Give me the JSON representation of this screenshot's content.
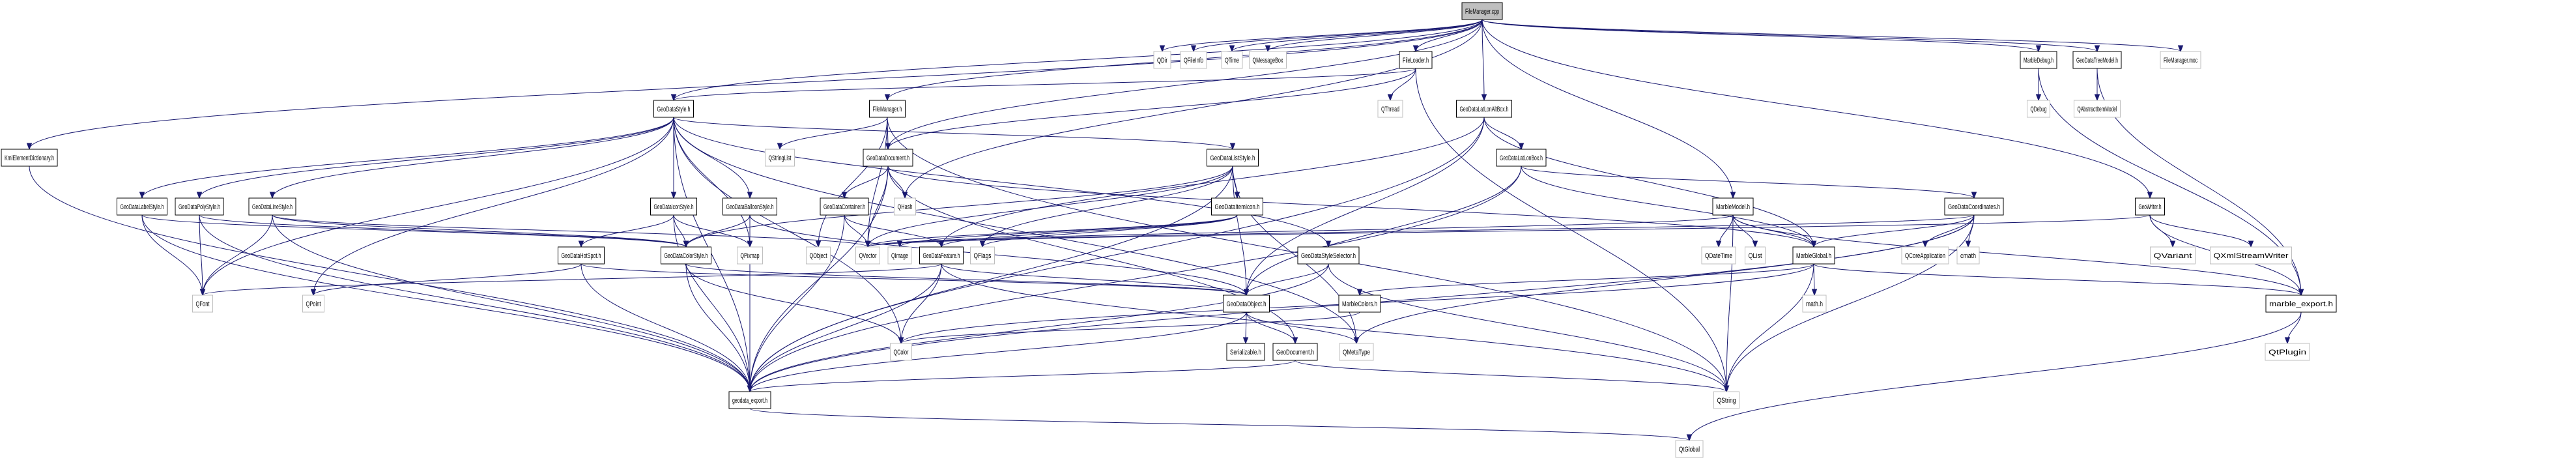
{
  "diagram": {
    "title": "Include dependency graph for FileManager.cpp",
    "root": "FileManager.cpp",
    "colors": {
      "edge": "#191970",
      "root_fill": "#bfbfbf",
      "internal_border": "#000000",
      "external_border": "#bfbfbf"
    },
    "nodes": [
      {
        "id": "FileManager.cpp",
        "label": "FileManager.cpp",
        "kind": "root"
      },
      {
        "id": "QDir",
        "label": "QDir",
        "kind": "external"
      },
      {
        "id": "QFileInfo",
        "label": "QFileInfo",
        "kind": "external"
      },
      {
        "id": "QTime",
        "label": "QTime",
        "kind": "external"
      },
      {
        "id": "QMessageBox",
        "label": "QMessageBox",
        "kind": "external"
      },
      {
        "id": "FileLoader.h",
        "label": "FileLoader.h",
        "kind": "internal"
      },
      {
        "id": "MarbleDebug.h",
        "label": "MarbleDebug.h",
        "kind": "internal"
      },
      {
        "id": "GeoDataTreeModel.h",
        "label": "GeoDataTreeModel.h",
        "kind": "internal"
      },
      {
        "id": "FileManager.moc",
        "label": "FileManager.moc",
        "kind": "external"
      },
      {
        "id": "KmlElementDictionary.h",
        "label": "KmlElementDictionary.h",
        "kind": "internal"
      },
      {
        "id": "GeoDataStyle.h",
        "label": "GeoDataStyle.h",
        "kind": "internal"
      },
      {
        "id": "FileManager.h",
        "label": "FileManager.h",
        "kind": "internal"
      },
      {
        "id": "QThread",
        "label": "QThread",
        "kind": "external"
      },
      {
        "id": "GeoDataLatLonAltBox.h",
        "label": "GeoDataLatLonAltBox.h",
        "kind": "internal"
      },
      {
        "id": "QDebug",
        "label": "QDebug",
        "kind": "external"
      },
      {
        "id": "QAbstractItemModel",
        "label": "QAbstractItemModel",
        "kind": "external"
      },
      {
        "id": "QStringList",
        "label": "QStringList",
        "kind": "external"
      },
      {
        "id": "GeoDataDocument.h",
        "label": "GeoDataDocument.h",
        "kind": "internal"
      },
      {
        "id": "GeoDataListStyle.h",
        "label": "GeoDataListStyle.h",
        "kind": "internal"
      },
      {
        "id": "GeoDataLatLonBox.h",
        "label": "GeoDataLatLonBox.h",
        "kind": "internal"
      },
      {
        "id": "GeoDataLabelStyle.h",
        "label": "GeoDataLabelStyle.h",
        "kind": "internal"
      },
      {
        "id": "GeoDataPolyStyle.h",
        "label": "GeoDataPolyStyle.h",
        "kind": "internal"
      },
      {
        "id": "GeoDataLineStyle.h",
        "label": "GeoDataLineStyle.h",
        "kind": "internal"
      },
      {
        "id": "GeoDataIconStyle.h",
        "label": "GeoDataIconStyle.h",
        "kind": "internal"
      },
      {
        "id": "GeoDataBalloonStyle.h",
        "label": "GeoDataBalloonStyle.h",
        "kind": "internal"
      },
      {
        "id": "GeoDataContainer.h",
        "label": "GeoDataContainer.h",
        "kind": "internal"
      },
      {
        "id": "QHash",
        "label": "QHash",
        "kind": "external"
      },
      {
        "id": "GeoDataItemIcon.h",
        "label": "GeoDataItemIcon.h",
        "kind": "internal"
      },
      {
        "id": "MarbleModel.h",
        "label": "MarbleModel.h",
        "kind": "internal"
      },
      {
        "id": "GeoDataCoordinates.h",
        "label": "GeoDataCoordinates.h",
        "kind": "internal"
      },
      {
        "id": "GeoWriter.h",
        "label": "GeoWriter.h",
        "kind": "internal"
      },
      {
        "id": "GeoDataHotSpot.h",
        "label": "GeoDataHotSpot.h",
        "kind": "internal"
      },
      {
        "id": "GeoDataColorStyle.h",
        "label": "GeoDataColorStyle.h",
        "kind": "internal"
      },
      {
        "id": "QPixmap",
        "label": "QPixmap",
        "kind": "external"
      },
      {
        "id": "QObject",
        "label": "QObject",
        "kind": "external"
      },
      {
        "id": "QVector",
        "label": "QVector",
        "kind": "external"
      },
      {
        "id": "QImage",
        "label": "QImage",
        "kind": "external"
      },
      {
        "id": "GeoDataFeature.h",
        "label": "GeoDataFeature.h",
        "kind": "internal"
      },
      {
        "id": "QFlags",
        "label": "QFlags",
        "kind": "external"
      },
      {
        "id": "GeoDataStyleSelector.h",
        "label": "GeoDataStyleSelector.h",
        "kind": "internal"
      },
      {
        "id": "QDateTime",
        "label": "QDateTime",
        "kind": "external"
      },
      {
        "id": "QList",
        "label": "QList",
        "kind": "external"
      },
      {
        "id": "MarbleGlobal.h",
        "label": "MarbleGlobal.h",
        "kind": "internal"
      },
      {
        "id": "QCoreApplication",
        "label": "QCoreApplication",
        "kind": "external"
      },
      {
        "id": "cmath",
        "label": "cmath",
        "kind": "external"
      },
      {
        "id": "QVariant",
        "label": "QVariant",
        "kind": "external"
      },
      {
        "id": "QXmlStreamWriter",
        "label": "QXmlStreamWriter",
        "kind": "external"
      },
      {
        "id": "QFont",
        "label": "QFont",
        "kind": "external"
      },
      {
        "id": "QPoint",
        "label": "QPoint",
        "kind": "external"
      },
      {
        "id": "GeoDataObject.h",
        "label": "GeoDataObject.h",
        "kind": "internal"
      },
      {
        "id": "MarbleColors.h",
        "label": "MarbleColors.h",
        "kind": "internal"
      },
      {
        "id": "math.h",
        "label": "math.h",
        "kind": "external"
      },
      {
        "id": "marble_export.h",
        "label": "marble_export.h",
        "kind": "internal"
      },
      {
        "id": "QColor",
        "label": "QColor",
        "kind": "external"
      },
      {
        "id": "Serializable.h",
        "label": "Serializable.h",
        "kind": "internal"
      },
      {
        "id": "GeoDocument.h",
        "label": "GeoDocument.h",
        "kind": "internal"
      },
      {
        "id": "QMetaType",
        "label": "QMetaType",
        "kind": "external"
      },
      {
        "id": "QtPlugin",
        "label": "QtPlugin",
        "kind": "external"
      },
      {
        "id": "geodata_export.h",
        "label": "geodata_export.h",
        "kind": "internal"
      },
      {
        "id": "QString",
        "label": "QString",
        "kind": "external"
      },
      {
        "id": "QtGlobal",
        "label": "QtGlobal",
        "kind": "external"
      }
    ],
    "edges": [
      [
        "FileManager.cpp",
        "QDir"
      ],
      [
        "FileManager.cpp",
        "QFileInfo"
      ],
      [
        "FileManager.cpp",
        "QTime"
      ],
      [
        "FileManager.cpp",
        "QMessageBox"
      ],
      [
        "FileManager.cpp",
        "FileLoader.h"
      ],
      [
        "FileManager.cpp",
        "MarbleDebug.h"
      ],
      [
        "FileManager.cpp",
        "GeoDataTreeModel.h"
      ],
      [
        "FileManager.cpp",
        "FileManager.moc"
      ],
      [
        "FileManager.cpp",
        "KmlElementDictionary.h"
      ],
      [
        "FileManager.cpp",
        "GeoDataStyle.h"
      ],
      [
        "FileManager.cpp",
        "FileManager.h"
      ],
      [
        "FileManager.cpp",
        "GeoDataLatLonAltBox.h"
      ],
      [
        "FileManager.cpp",
        "MarbleModel.h"
      ],
      [
        "FileManager.cpp",
        "GeoWriter.h"
      ],
      [
        "FileManager.cpp",
        "GeoDataDocument.h"
      ],
      [
        "FileManager.cpp",
        "QHash"
      ],
      [
        "FileLoader.h",
        "QThread"
      ],
      [
        "FileLoader.h",
        "GeoDataDocument.h"
      ],
      [
        "FileLoader.h",
        "QString"
      ],
      [
        "FileLoader.h",
        "GeoDataStyle.h"
      ],
      [
        "MarbleDebug.h",
        "QDebug"
      ],
      [
        "MarbleDebug.h",
        "marble_export.h"
      ],
      [
        "GeoDataTreeModel.h",
        "QAbstractItemModel"
      ],
      [
        "GeoDataTreeModel.h",
        "marble_export.h"
      ],
      [
        "KmlElementDictionary.h",
        "geodata_export.h"
      ],
      [
        "GeoDataStyle.h",
        "GeoDataLabelStyle.h"
      ],
      [
        "GeoDataStyle.h",
        "GeoDataPolyStyle.h"
      ],
      [
        "GeoDataStyle.h",
        "GeoDataLineStyle.h"
      ],
      [
        "GeoDataStyle.h",
        "GeoDataIconStyle.h"
      ],
      [
        "GeoDataStyle.h",
        "GeoDataBalloonStyle.h"
      ],
      [
        "GeoDataStyle.h",
        "GeoDataListStyle.h"
      ],
      [
        "GeoDataStyle.h",
        "GeoDataStyleSelector.h"
      ],
      [
        "GeoDataStyle.h",
        "QFont"
      ],
      [
        "GeoDataStyle.h",
        "QPoint"
      ],
      [
        "GeoDataStyle.h",
        "QColor"
      ],
      [
        "GeoDataStyle.h",
        "QPixmap"
      ],
      [
        "GeoDataStyle.h",
        "geodata_export.h"
      ],
      [
        "GeoDataStyle.h",
        "QMetaType"
      ],
      [
        "FileManager.h",
        "QStringList"
      ],
      [
        "FileManager.h",
        "GeoDataDocument.h"
      ],
      [
        "FileManager.h",
        "QObject"
      ],
      [
        "FileManager.h",
        "QVector"
      ],
      [
        "FileManager.h",
        "QString"
      ],
      [
        "GeoDataLatLonAltBox.h",
        "GeoDataLatLonBox.h"
      ],
      [
        "GeoDataLatLonAltBox.h",
        "GeoDataObject.h"
      ],
      [
        "GeoDataLatLonAltBox.h",
        "MarbleGlobal.h"
      ],
      [
        "GeoDataLatLonAltBox.h",
        "geodata_export.h"
      ],
      [
        "GeoDataLatLonAltBox.h",
        "GeoDataFeature.h"
      ],
      [
        "GeoDataDocument.h",
        "GeoDataContainer.h"
      ],
      [
        "GeoDataDocument.h",
        "QHash"
      ],
      [
        "GeoDataDocument.h",
        "QVector"
      ],
      [
        "GeoDataDocument.h",
        "GeoDocument.h"
      ],
      [
        "GeoDataDocument.h",
        "geodata_export.h"
      ],
      [
        "GeoDataDocument.h",
        "MarbleGlobal.h"
      ],
      [
        "GeoDataListStyle.h",
        "GeoDataItemIcon.h"
      ],
      [
        "GeoDataListStyle.h",
        "QFlags"
      ],
      [
        "GeoDataListStyle.h",
        "GeoDataObject.h"
      ],
      [
        "GeoDataListStyle.h",
        "QVector"
      ],
      [
        "GeoDataListStyle.h",
        "GeoDataColorStyle.h"
      ],
      [
        "GeoDataListStyle.h",
        "geodata_export.h"
      ],
      [
        "GeoDataListStyle.h",
        "QMetaType"
      ],
      [
        "GeoDataLatLonBox.h",
        "GeoDataCoordinates.h"
      ],
      [
        "GeoDataLatLonBox.h",
        "MarbleGlobal.h"
      ],
      [
        "GeoDataLatLonBox.h",
        "GeoDataObject.h"
      ],
      [
        "GeoDataLatLonBox.h",
        "geodata_export.h"
      ],
      [
        "GeoDataLabelStyle.h",
        "QFont"
      ],
      [
        "GeoDataLabelStyle.h",
        "GeoDataColorStyle.h"
      ],
      [
        "GeoDataLabelStyle.h",
        "geodata_export.h"
      ],
      [
        "GeoDataPolyStyle.h",
        "QFont"
      ],
      [
        "GeoDataPolyStyle.h",
        "GeoDataColorStyle.h"
      ],
      [
        "GeoDataPolyStyle.h",
        "geodata_export.h"
      ],
      [
        "GeoDataLineStyle.h",
        "QFont"
      ],
      [
        "GeoDataLineStyle.h",
        "GeoDataColorStyle.h"
      ],
      [
        "GeoDataLineStyle.h",
        "geodata_export.h"
      ],
      [
        "GeoDataLineStyle.h",
        "QVector"
      ],
      [
        "GeoDataIconStyle.h",
        "GeoDataHotSpot.h"
      ],
      [
        "GeoDataIconStyle.h",
        "GeoDataColorStyle.h"
      ],
      [
        "GeoDataIconStyle.h",
        "QPixmap"
      ],
      [
        "GeoDataIconStyle.h",
        "geodata_export.h"
      ],
      [
        "GeoDataBalloonStyle.h",
        "GeoDataColorStyle.h"
      ],
      [
        "GeoDataBalloonStyle.h",
        "geodata_export.h"
      ],
      [
        "GeoDataBalloonStyle.h",
        "GeoDataObject.h"
      ],
      [
        "GeoDataContainer.h",
        "QVector"
      ],
      [
        "GeoDataContainer.h",
        "GeoDataFeature.h"
      ],
      [
        "GeoDataContainer.h",
        "geodata_export.h"
      ],
      [
        "GeoDataItemIcon.h",
        "GeoDataFeature.h"
      ],
      [
        "GeoDataItemIcon.h",
        "QFlags"
      ],
      [
        "GeoDataItemIcon.h",
        "QImage"
      ],
      [
        "GeoDataItemIcon.h",
        "QVector"
      ],
      [
        "MarbleModel.h",
        "QDateTime"
      ],
      [
        "MarbleModel.h",
        "QList"
      ],
      [
        "MarbleModel.h",
        "MarbleGlobal.h"
      ],
      [
        "MarbleModel.h",
        "QString"
      ],
      [
        "MarbleModel.h",
        "marble_export.h"
      ],
      [
        "MarbleModel.h",
        "QVector"
      ],
      [
        "GeoDataCoordinates.h",
        "MarbleGlobal.h"
      ],
      [
        "GeoDataCoordinates.h",
        "QCoreApplication"
      ],
      [
        "GeoDataCoordinates.h",
        "cmath"
      ],
      [
        "GeoDataCoordinates.h",
        "QString"
      ],
      [
        "GeoDataCoordinates.h",
        "geodata_export.h"
      ],
      [
        "GeoDataCoordinates.h",
        "QMetaType"
      ],
      [
        "GeoDataCoordinates.h",
        "QVector"
      ],
      [
        "GeoWriter.h",
        "QVariant"
      ],
      [
        "GeoWriter.h",
        "QXmlStreamWriter"
      ],
      [
        "GeoWriter.h",
        "marble_export.h"
      ],
      [
        "GeoWriter.h",
        "QVector"
      ],
      [
        "GeoDataHotSpot.h",
        "QPoint"
      ],
      [
        "GeoDataHotSpot.h",
        "geodata_export.h"
      ],
      [
        "GeoDataHotSpot.h",
        "GeoDataObject.h"
      ],
      [
        "GeoDataColorStyle.h",
        "QColor"
      ],
      [
        "GeoDataColorStyle.h",
        "geodata_export.h"
      ],
      [
        "GeoDataColorStyle.h",
        "GeoDataObject.h"
      ],
      [
        "GeoDataFeature.h",
        "GeoDataObject.h"
      ],
      [
        "GeoDataFeature.h",
        "QColor"
      ],
      [
        "GeoDataFeature.h",
        "geodata_export.h"
      ],
      [
        "GeoDataFeature.h",
        "QString"
      ],
      [
        "GeoDataFeature.h",
        "QFont"
      ],
      [
        "GeoDataStyleSelector.h",
        "GeoDataObject.h"
      ],
      [
        "GeoDataStyleSelector.h",
        "geodata_export.h"
      ],
      [
        "GeoDataStyleSelector.h",
        "QString"
      ],
      [
        "MarbleGlobal.h",
        "math.h"
      ],
      [
        "MarbleGlobal.h",
        "QString"
      ],
      [
        "MarbleGlobal.h",
        "marble_export.h"
      ],
      [
        "MarbleGlobal.h",
        "QColor"
      ],
      [
        "MarbleGlobal.h",
        "MarbleColors.h"
      ],
      [
        "MarbleColors.h",
        "QColor"
      ],
      [
        "GeoDataObject.h",
        "Serializable.h"
      ],
      [
        "GeoDataObject.h",
        "GeoDocument.h"
      ],
      [
        "GeoDataObject.h",
        "QMetaType"
      ],
      [
        "GeoDataObject.h",
        "geodata_export.h"
      ],
      [
        "GeoDocument.h",
        "geodata_export.h"
      ],
      [
        "GeoDocument.h",
        "QString"
      ],
      [
        "marble_export.h",
        "QtPlugin"
      ],
      [
        "marble_export.h",
        "QtGlobal"
      ],
      [
        "geodata_export.h",
        "QtGlobal"
      ]
    ]
  }
}
